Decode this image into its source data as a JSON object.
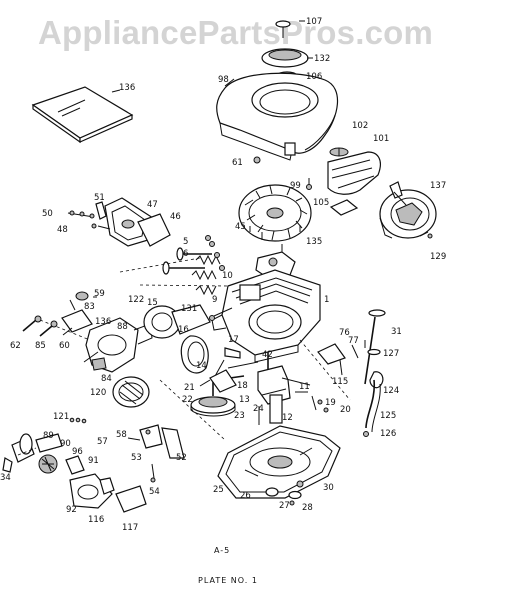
{
  "watermark": "AppliancePartsPros.com",
  "footer": {
    "page_code": "A-5",
    "plate": "PLATE NO. 1"
  },
  "part_labels": [
    "107",
    "132",
    "106",
    "136",
    "98",
    "102",
    "101",
    "61",
    "99",
    "105",
    "137",
    "129",
    "50",
    "51",
    "47",
    "48",
    "46",
    "45",
    "135",
    "5",
    "6",
    "10",
    "9",
    "1",
    "59",
    "122",
    "131",
    "83",
    "15",
    "136",
    "88",
    "16",
    "62",
    "85",
    "60",
    "84",
    "31",
    "76",
    "77",
    "127",
    "124",
    "115",
    "17",
    "42",
    "14",
    "18",
    "11",
    "13",
    "120",
    "21",
    "22",
    "23",
    "24",
    "12",
    "19",
    "20",
    "125",
    "121",
    "58",
    "126",
    "89",
    "90",
    "57",
    "53",
    "52",
    "96",
    "91",
    "34",
    "25",
    "30",
    "26",
    "27",
    "28",
    "54",
    "92",
    "116",
    "117"
  ]
}
